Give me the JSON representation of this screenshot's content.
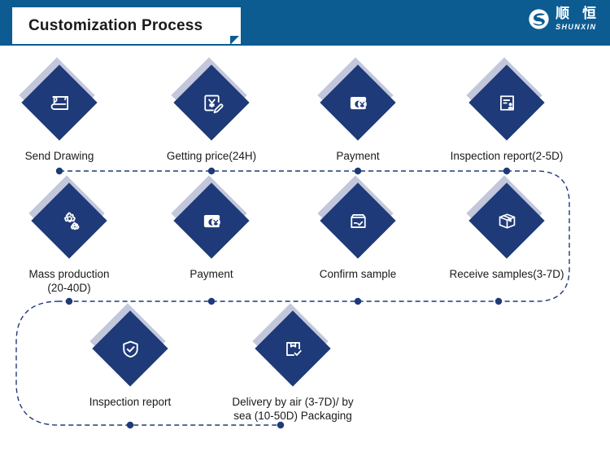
{
  "header": {
    "title": "Customization Process",
    "bar_color": "#0c5c92",
    "logo": {
      "mark_icon": "shunxin-s-logo-icon",
      "cn_name": "顺 恒",
      "en_name": "SHUNXIN"
    }
  },
  "theme": {
    "diamond_color": "#1e3a78",
    "diamond_shadow_color": "#c3c7db",
    "connector_color": "#1e3a78",
    "label_color": "#1a1a1a"
  },
  "steps": [
    {
      "id": "send-drawing",
      "label": "Send Drawing",
      "icon": "blueprint-scroll-icon",
      "row": 1,
      "col": 1
    },
    {
      "id": "getting-price",
      "label": "Getting price(24H)",
      "icon": "quote-yen-pencil-icon",
      "row": 1,
      "col": 2
    },
    {
      "id": "payment-1",
      "label": "Payment",
      "icon": "wallet-yen-icon",
      "row": 1,
      "col": 3
    },
    {
      "id": "inspection-report-1",
      "label": "Inspection report(2-5D)",
      "icon": "report-person-icon",
      "row": 1,
      "col": 4
    },
    {
      "id": "mass-production",
      "label": "Mass production\n(20-40D)",
      "icon": "gears-icon",
      "row": 2,
      "col": 1
    },
    {
      "id": "payment-2",
      "label": "Payment",
      "icon": "wallet-yen-icon",
      "row": 2,
      "col": 2
    },
    {
      "id": "confirm-sample",
      "label": "Confirm sample",
      "icon": "box-check-icon",
      "row": 2,
      "col": 3
    },
    {
      "id": "receive-samples",
      "label": "Receive samples(3-7D)",
      "icon": "package-box-icon",
      "row": 2,
      "col": 4
    },
    {
      "id": "inspection-report-2",
      "label": "Inspection report",
      "icon": "shield-check-icon",
      "row": 3,
      "col": 1
    },
    {
      "id": "delivery",
      "label": "Delivery by air (3-7D)/ by\nsea (10-50D) Packaging",
      "icon": "delivery-box-check-icon",
      "row": 3,
      "col": 2
    }
  ]
}
